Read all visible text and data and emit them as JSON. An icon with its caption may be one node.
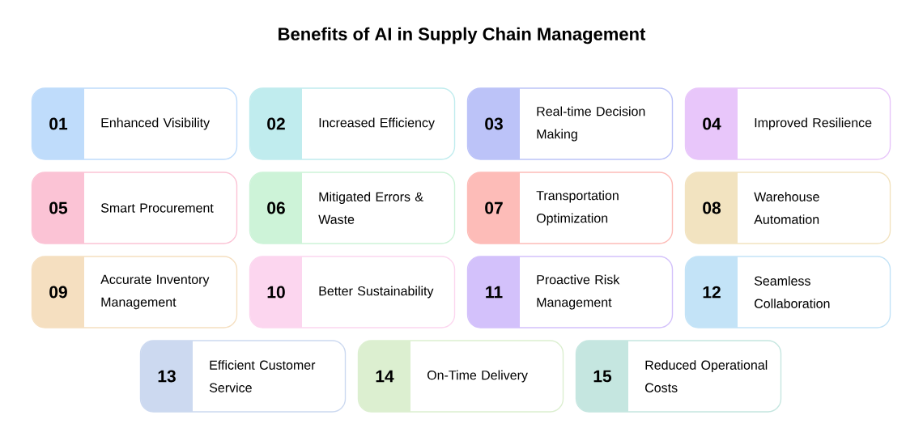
{
  "diagram": {
    "title": "Benefits of AI in Supply Chain Management",
    "nodes": [
      {
        "text": [
          "01",
          "Enhanced Visibility"
        ]
      },
      {
        "text": [
          "02",
          "Increased Efficiency"
        ]
      },
      {
        "text": [
          "03",
          "Real-time Decision Making"
        ]
      },
      {
        "text": [
          "04",
          "Improved Resilience"
        ]
      },
      {
        "text": [
          "05",
          "Smart Procurement"
        ]
      },
      {
        "text": [
          "06",
          "Mitigated Errors & Waste"
        ]
      },
      {
        "text": [
          "07",
          "Transportation Optimization"
        ]
      },
      {
        "text": [
          "08",
          "Warehouse Automation"
        ]
      },
      {
        "text": [
          "09",
          "Accurate Inventory Management"
        ]
      },
      {
        "text": [
          "10",
          "Better Sustainability"
        ]
      },
      {
        "text": [
          "11",
          "Proactive Risk Management"
        ]
      },
      {
        "text": [
          "12",
          "Seamless Collaboration"
        ]
      },
      {
        "text": [
          "13",
          "Efficient Customer Service"
        ]
      },
      {
        "text": [
          "14",
          "On-Time Delivery"
        ]
      },
      {
        "text": [
          "15",
          "Reduced Operational Costs"
        ]
      }
    ],
    "edges": []
  }
}
